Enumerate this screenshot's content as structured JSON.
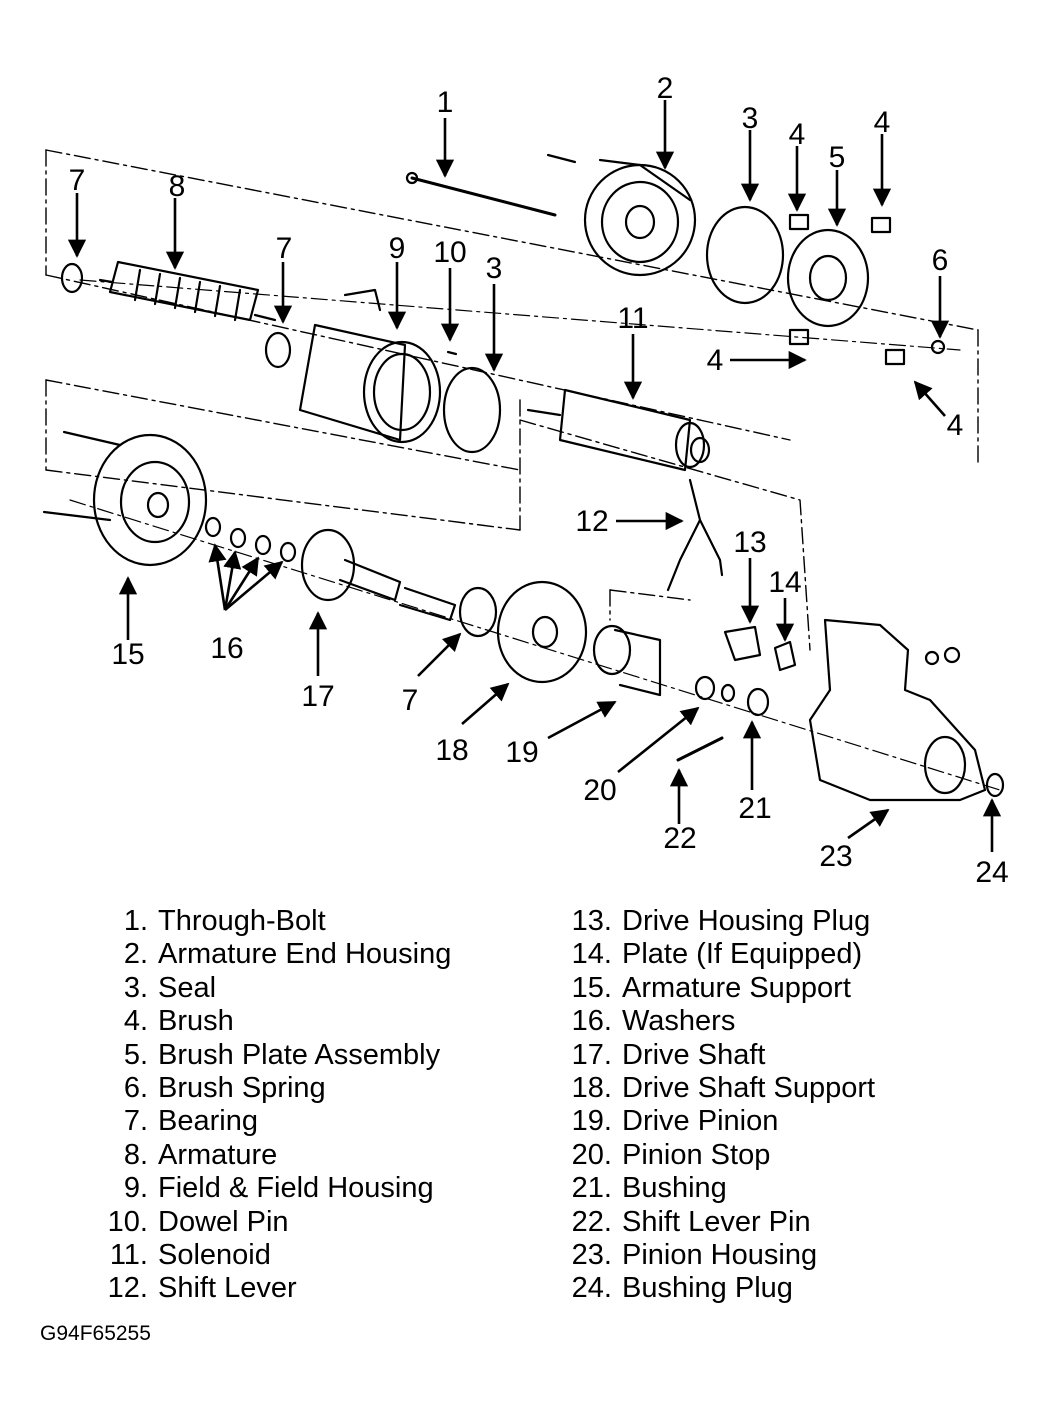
{
  "callouts": [
    {
      "id": "c1",
      "text": "1"
    },
    {
      "id": "c2",
      "text": "2"
    },
    {
      "id": "c3a",
      "text": "3"
    },
    {
      "id": "c4a",
      "text": "4"
    },
    {
      "id": "c4b",
      "text": "4"
    },
    {
      "id": "c5",
      "text": "5"
    },
    {
      "id": "c7a",
      "text": "7"
    },
    {
      "id": "c8",
      "text": "8"
    },
    {
      "id": "c7b",
      "text": "7"
    },
    {
      "id": "c9",
      "text": "9"
    },
    {
      "id": "c10",
      "text": "10"
    },
    {
      "id": "c3b",
      "text": "3"
    },
    {
      "id": "c6",
      "text": "6"
    },
    {
      "id": "c11",
      "text": "11"
    },
    {
      "id": "c4c",
      "text": "4"
    },
    {
      "id": "c4d",
      "text": "4"
    },
    {
      "id": "c12",
      "text": "12"
    },
    {
      "id": "c13",
      "text": "13"
    },
    {
      "id": "c14",
      "text": "14"
    },
    {
      "id": "c15",
      "text": "15"
    },
    {
      "id": "c16",
      "text": "16"
    },
    {
      "id": "c17",
      "text": "17"
    },
    {
      "id": "c7c",
      "text": "7"
    },
    {
      "id": "c18",
      "text": "18"
    },
    {
      "id": "c19",
      "text": "19"
    },
    {
      "id": "c20",
      "text": "20"
    },
    {
      "id": "c21",
      "text": "21"
    },
    {
      "id": "c22",
      "text": "22"
    },
    {
      "id": "c23",
      "text": "23"
    },
    {
      "id": "c24",
      "text": "24"
    }
  ],
  "legend": {
    "left": [
      {
        "num": "1.",
        "label": "Through-Bolt"
      },
      {
        "num": "2.",
        "label": "Armature End Housing"
      },
      {
        "num": "3.",
        "label": "Seal"
      },
      {
        "num": "4.",
        "label": "Brush"
      },
      {
        "num": "5.",
        "label": "Brush Plate Assembly"
      },
      {
        "num": "6.",
        "label": "Brush Spring"
      },
      {
        "num": "7.",
        "label": "Bearing"
      },
      {
        "num": "8.",
        "label": "Armature"
      },
      {
        "num": "9.",
        "label": "Field & Field Housing"
      },
      {
        "num": "10.",
        "label": "Dowel Pin"
      },
      {
        "num": "11.",
        "label": "Solenoid"
      },
      {
        "num": "12.",
        "label": "Shift Lever"
      }
    ],
    "right": [
      {
        "num": "13.",
        "label": "Drive Housing Plug"
      },
      {
        "num": "14.",
        "label": "Plate (If Equipped)"
      },
      {
        "num": "15.",
        "label": "Armature Support"
      },
      {
        "num": "16.",
        "label": "Washers"
      },
      {
        "num": "17.",
        "label": "Drive Shaft"
      },
      {
        "num": "18.",
        "label": "Drive Shaft Support"
      },
      {
        "num": "19.",
        "label": "Drive Pinion"
      },
      {
        "num": "20.",
        "label": "Pinion Stop"
      },
      {
        "num": "21.",
        "label": "Bushing"
      },
      {
        "num": "22.",
        "label": "Shift Lever Pin"
      },
      {
        "num": "23.",
        "label": "Pinion Housing"
      },
      {
        "num": "24.",
        "label": "Bushing Plug"
      }
    ]
  },
  "figure_code": "G94F65255",
  "colors": {
    "ink": "#000000",
    "paper": "#ffffff"
  }
}
